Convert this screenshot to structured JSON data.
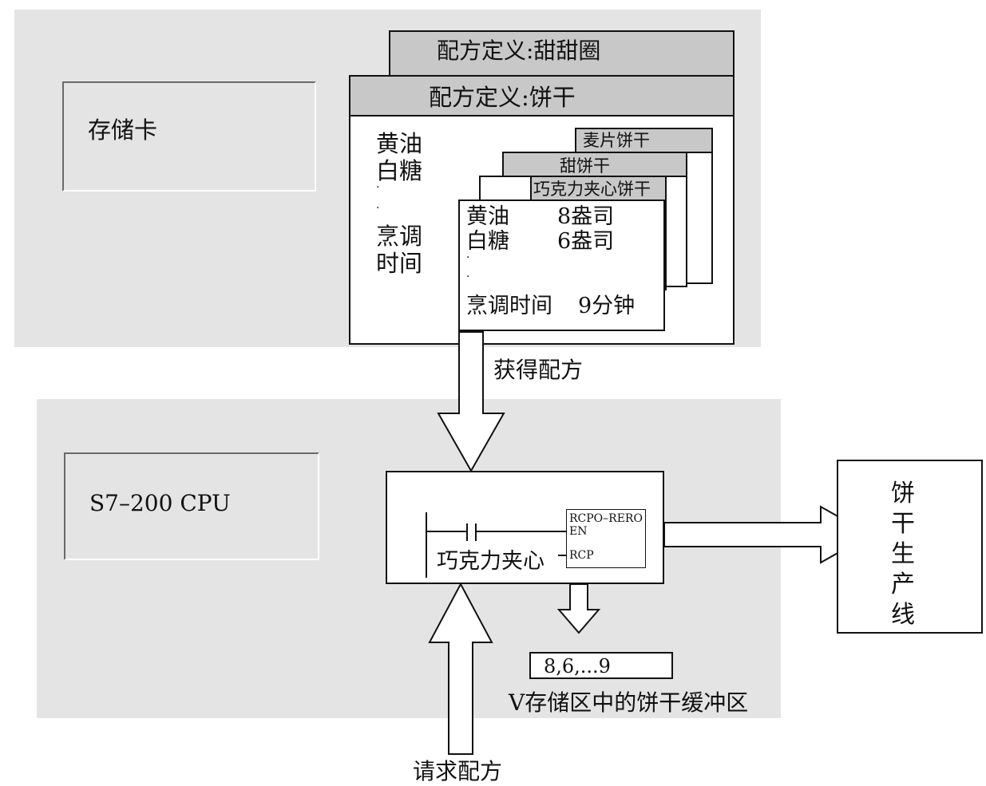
{
  "memory_card": {
    "label": "存储卡",
    "recipe_def_donut": "配方定义:甜甜圈",
    "recipe_def_biscuit": "配方定义:饼干",
    "def_items": [
      "黄油",
      "白糖",
      "·",
      "·",
      "烹调",
      "时间"
    ],
    "recipes": [
      "麦片饼干",
      "甜饼干",
      "巧克力夹心饼干"
    ],
    "front_recipe": {
      "rows": [
        {
          "name": "黄油",
          "value": "8盎司"
        },
        {
          "name": "白糖",
          "value": "6盎司"
        },
        {
          "name": "·",
          "value": ""
        },
        {
          "name": "·",
          "value": ""
        },
        {
          "name": "烹调时间",
          "value": "9分钟"
        }
      ]
    }
  },
  "get_recipe_label": "获得配方",
  "cpu": {
    "label": "S7–200  CPU",
    "contact_label": "巧克力夹心",
    "block": {
      "name": "RCPO–RERO",
      "en": "EN",
      "rcp": "RCP"
    },
    "buffer_value": "8,6,...9",
    "buffer_label": "V存储区中的饼干缓冲区"
  },
  "production_line": "饼干生产线",
  "request_recipe_label": "请求配方"
}
